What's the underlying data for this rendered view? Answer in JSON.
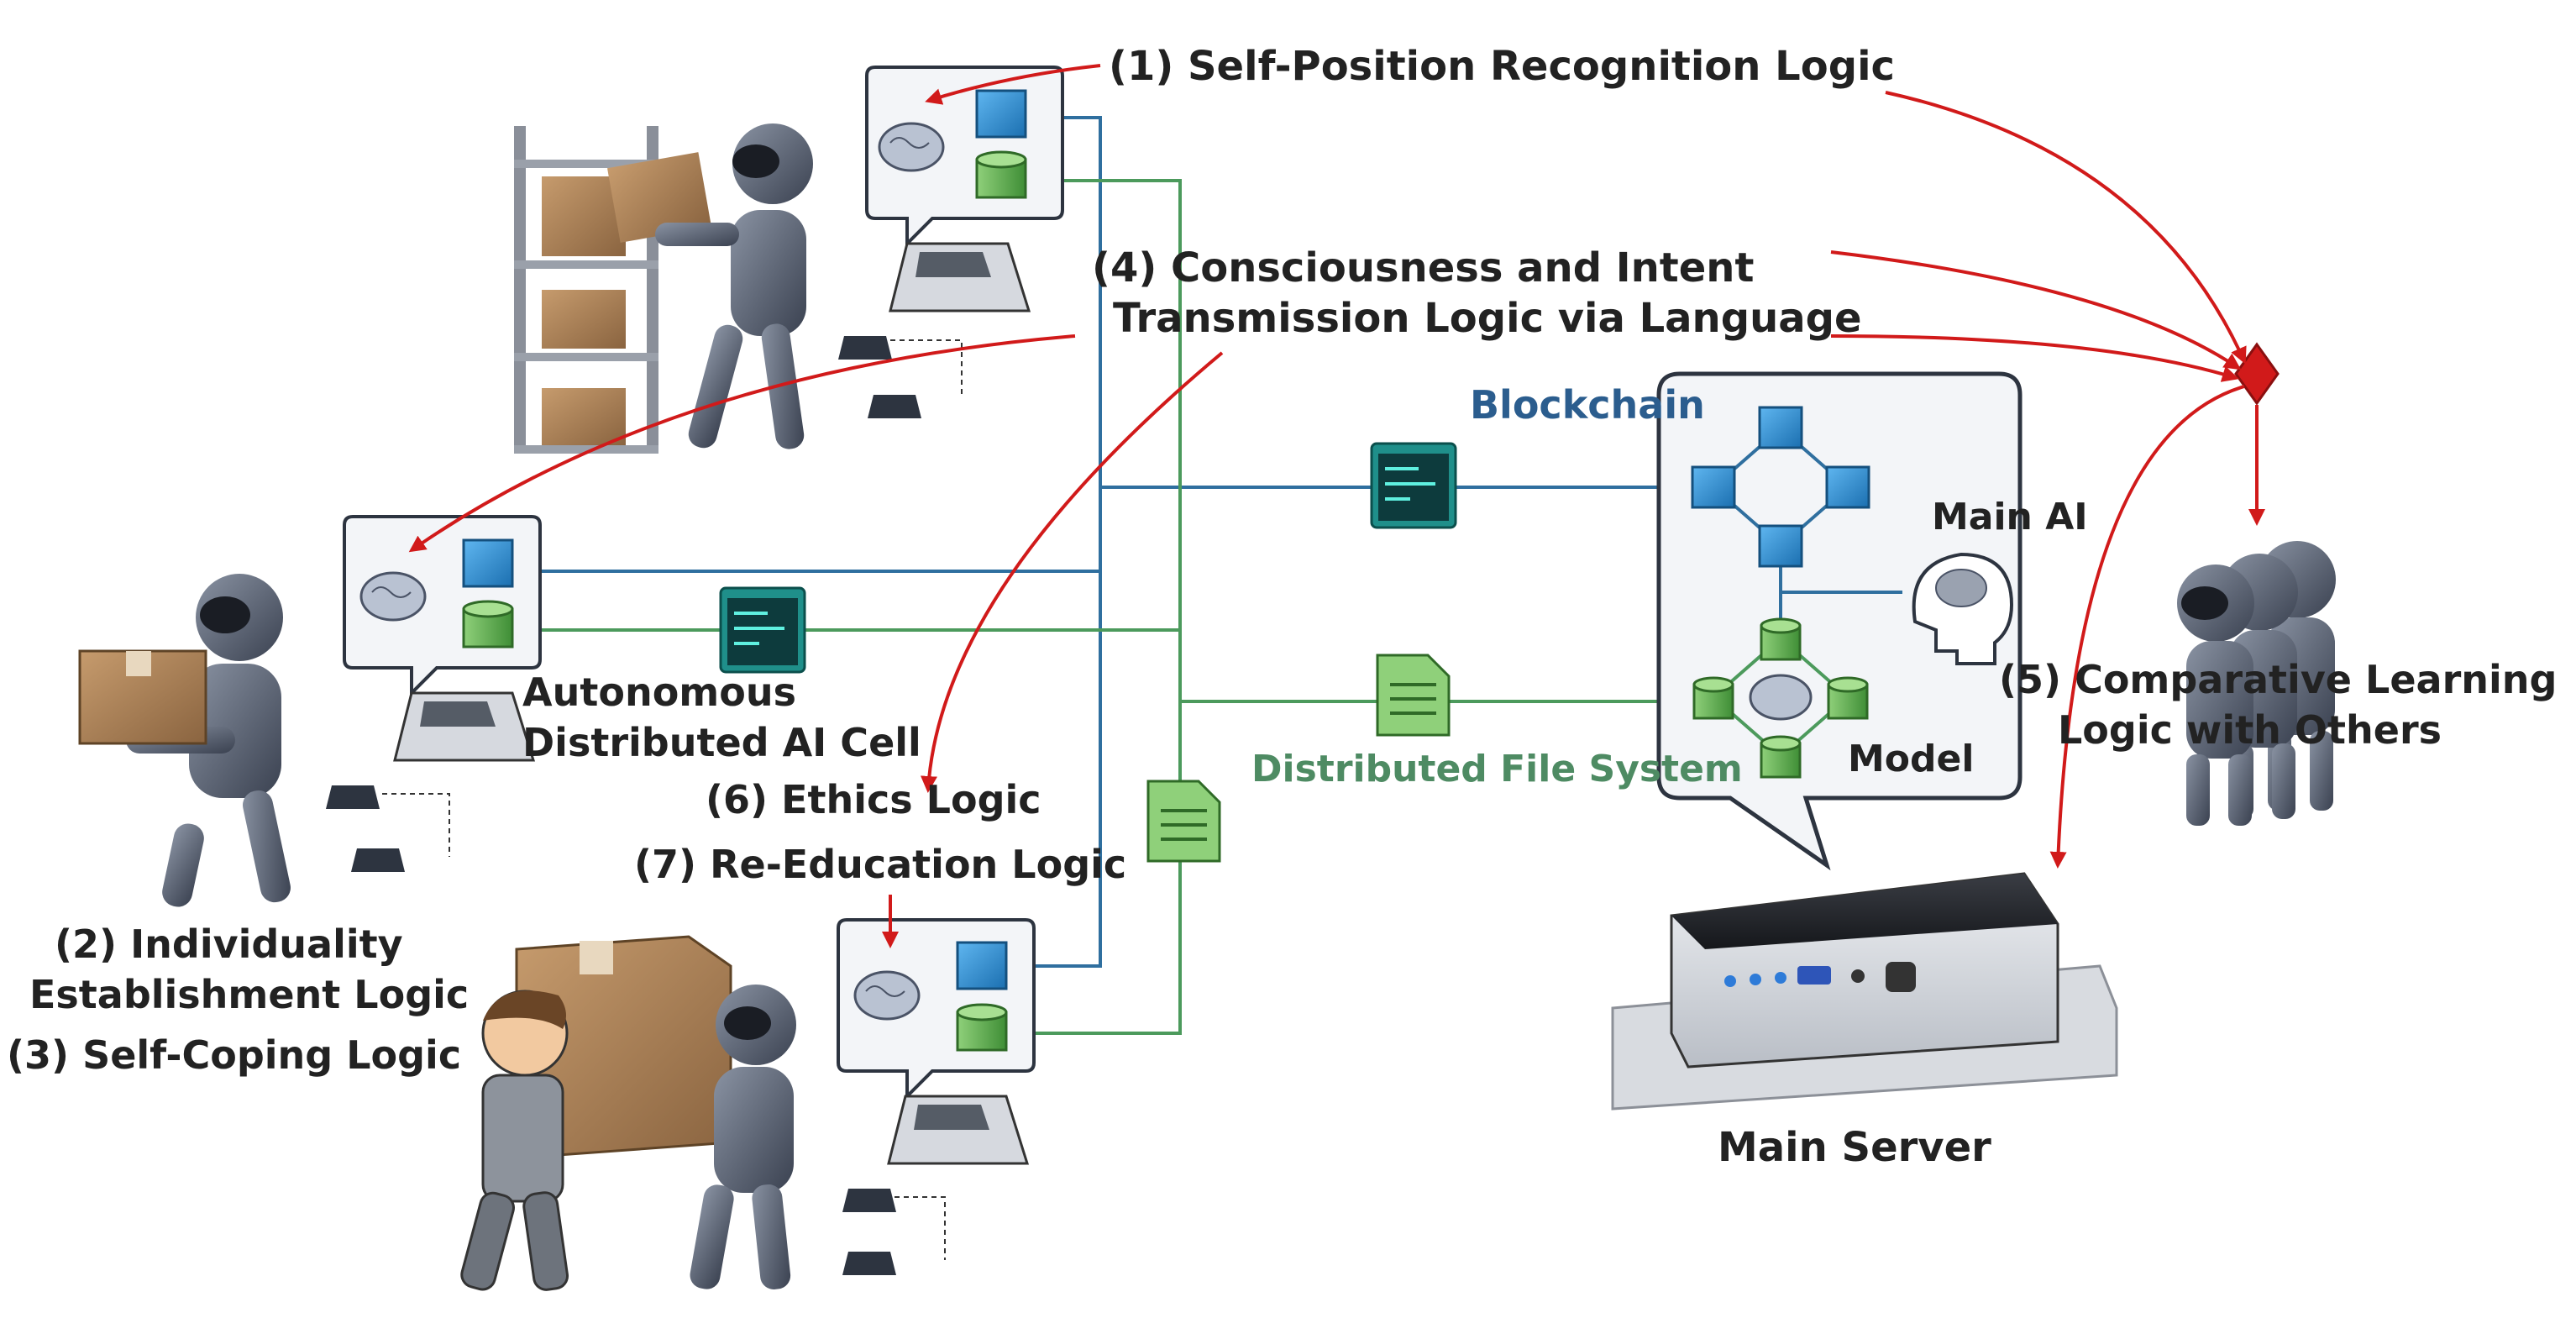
{
  "labels": {
    "l1": "(1) Self-Position Recognition Logic",
    "l4a": "(4) Consciousness and Intent",
    "l4b": "Transmission Logic via Language",
    "l2a": "(2) Individuality",
    "l2b": "Establishment Logic",
    "l3": "(3) Self-Coping Logic",
    "l5a": "(5) Comparative Learning",
    "l5b": "Logic with Others",
    "l6": "(6) Ethics Logic",
    "l7": "(7) Re-Education Logic",
    "cell_a": "Autonomous",
    "cell_b": "Distributed AI Cell",
    "blockchain": "Blockchain",
    "mainai": "Main AI",
    "dfs": "Distributed File System",
    "model": "Model",
    "server": "Main Server"
  },
  "colors": {
    "blockchain_line": "#2f6f9f",
    "dfs_line": "#4c9a5c",
    "logic_arrow": "#d11a1a",
    "cube": "#2b8fd6",
    "cylinder": "#5fae4c",
    "text_dark": "#222222",
    "blockchain_text": "#2b5d8e",
    "dfs_text": "#4e8b63"
  },
  "icons": [
    "robot-icon",
    "human-icon",
    "brain-icon",
    "cube-icon",
    "cylinder-icon",
    "terminal-icon",
    "document-icon",
    "server-icon",
    "head-icon",
    "box-icon",
    "shelf-icon",
    "diamond-icon",
    "laptop-icon"
  ]
}
